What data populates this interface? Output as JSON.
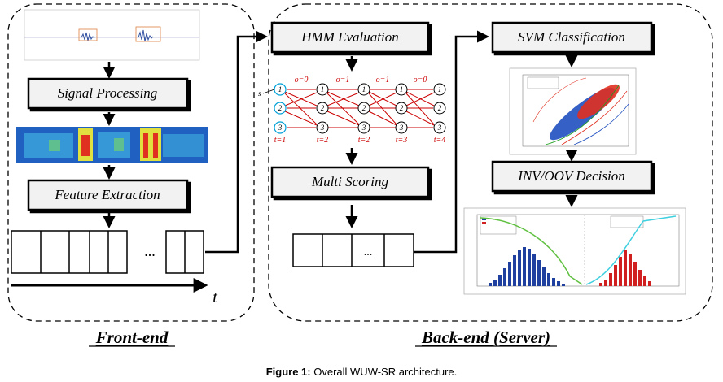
{
  "colors": {
    "box_fill": "#f2f2f2",
    "hmm_red": "#cc0000",
    "hmm_blue": "#00a0d8",
    "svm_red": "#e03020",
    "svm_blue": "#1f4fbf",
    "hist_blue": "#2040a0",
    "hist_red": "#d02020",
    "curve_cyan": "#40d0e0",
    "curve_green": "#60c040"
  },
  "frontend": {
    "label": "Front-end",
    "signal_processing": "Signal Processing",
    "feature_extraction": "Feature Extraction",
    "ellipsis": "...",
    "time_axis": "t"
  },
  "backend": {
    "label": "Back-end (Server)",
    "hmm_evaluation": "HMM Evaluation",
    "multi_scoring": "Multi Scoring",
    "ellipsis": "...",
    "svm_classification": "SVM Classification",
    "inv_oov_decision": "INV/OOV Decision"
  },
  "hmm": {
    "start_label": "s",
    "observations": [
      "o=0",
      "o=1",
      "o=1",
      "o=0"
    ],
    "times": [
      "t=1",
      "t=2",
      "t=2",
      "t=3",
      "t=4"
    ],
    "states": [
      "1",
      "2",
      "3"
    ]
  },
  "caption": {
    "figure_label": "Figure 1:",
    "text": "Overall WUW-SR architecture."
  }
}
